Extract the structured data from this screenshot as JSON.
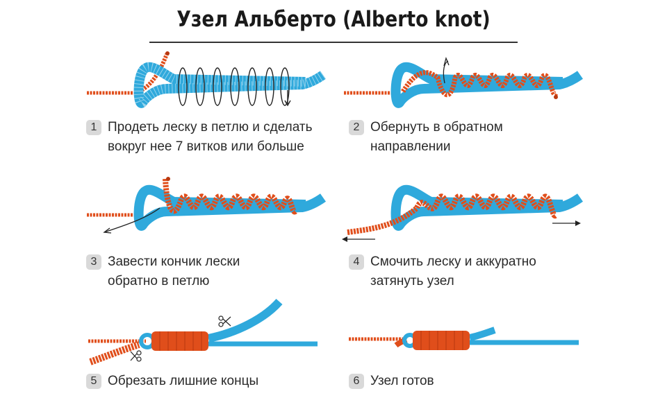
{
  "title": "Узел Альберто (Alberto knot)",
  "colors": {
    "leader": "#e04e1b",
    "main_line": "#2fa9dc",
    "outline_leader": "#b8380f",
    "outline_main": "#1b7fae"
  },
  "steps": [
    {
      "number": "1",
      "lines": [
        "Продеть леску в петлю и сделать",
        "вокруг нее 7 витков или больше"
      ]
    },
    {
      "number": "2",
      "lines": [
        "Обернуть в обратном",
        "направлении"
      ]
    },
    {
      "number": "3",
      "lines": [
        "Завести кончик лески",
        "обратно в петлю"
      ]
    },
    {
      "number": "4",
      "lines": [
        "Смочить леску и аккуратно",
        "затянуть узел"
      ]
    },
    {
      "number": "5",
      "lines": [
        "Обрезать лишние концы"
      ]
    },
    {
      "number": "6",
      "lines": [
        "Узел готов"
      ]
    }
  ],
  "icons": {
    "scissors": "scissors-icon",
    "arrow": "arrow-icon"
  }
}
